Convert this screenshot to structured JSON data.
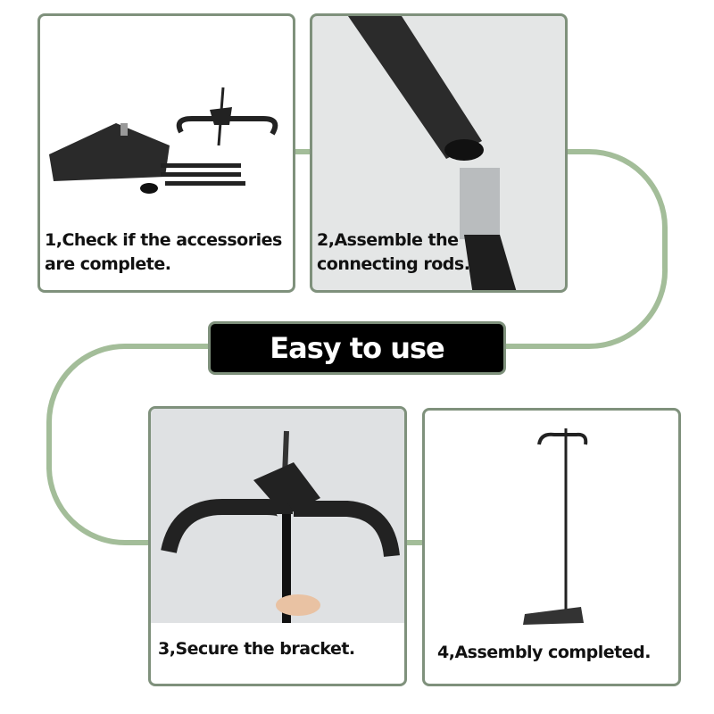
{
  "banner": {
    "title": "Easy to use"
  },
  "steps": [
    {
      "caption_line1": "1,Check if the accessories",
      "caption_line2": "are complete."
    },
    {
      "caption_line1": "2,Assemble the",
      "caption_line2": "connecting rods."
    },
    {
      "caption_line1": "3,Secure the bracket."
    },
    {
      "caption_line1": "4,Assembly completed."
    }
  ],
  "colors": {
    "accent": "#9fbb96",
    "border": "#7f917c"
  }
}
